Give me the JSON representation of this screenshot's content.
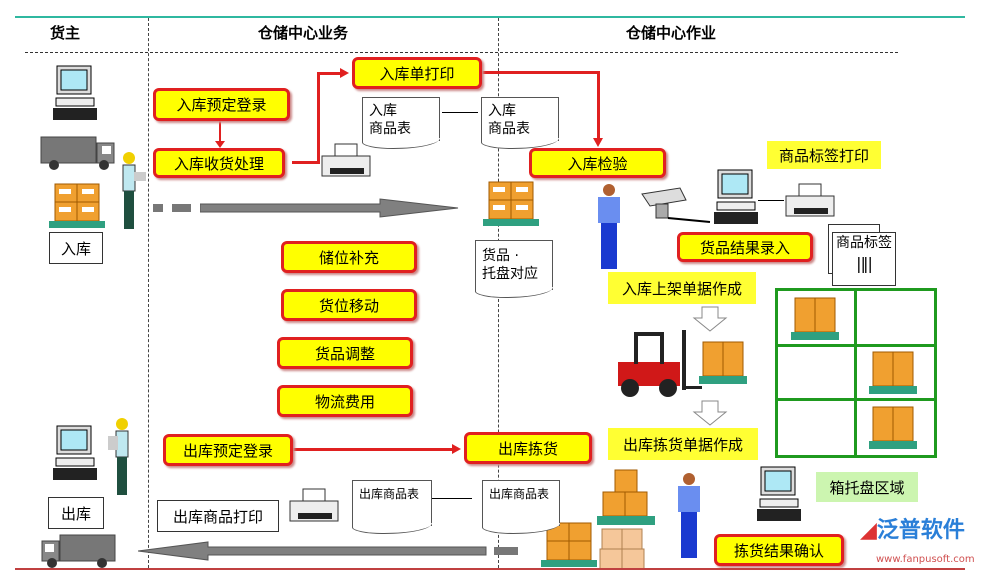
{
  "headers": {
    "owner": "货主",
    "business": "仓储中心业务",
    "operations": "仓储中心作业"
  },
  "inbound": {
    "pre_register": "入库预定登录",
    "receiving": "入库收货处理",
    "slip_print": "入库单打印",
    "inspection": "入库检验",
    "doc1_line1": "入库",
    "doc1_line2": "商品表",
    "doc2_line1": "入库",
    "doc2_line2": "商品表",
    "pallet_doc_line1": "货品 ·",
    "pallet_doc_line2": "托盘对应",
    "label_print": "商品标签打印",
    "result_entry": "货品结果录入",
    "label_doc": "商品标签",
    "shelving_doc": "入库上架单据作成",
    "owner_label": "入库"
  },
  "middle": {
    "items": [
      "储位补充",
      "货位移动",
      "货品调整",
      "物流费用"
    ]
  },
  "outbound": {
    "pre_register": "出库预定登录",
    "picking": "出库拣货",
    "picking_doc": "出库拣货单据作成",
    "product_print": "出库商品打印",
    "doc1": "出库商品表",
    "doc2": "出库商品表",
    "pallet_area": "箱托盘区域",
    "pick_confirm": "拣货结果确认",
    "owner_label": "出库"
  },
  "logo": {
    "name": "泛普软件",
    "url": "www.fanpusoft.com"
  },
  "colors": {
    "box_fill": "#ffff00",
    "box_border": "#e02020",
    "teal": "#2fb8a0",
    "rack": "#1f9a1f",
    "area": "#ccf5b0"
  }
}
